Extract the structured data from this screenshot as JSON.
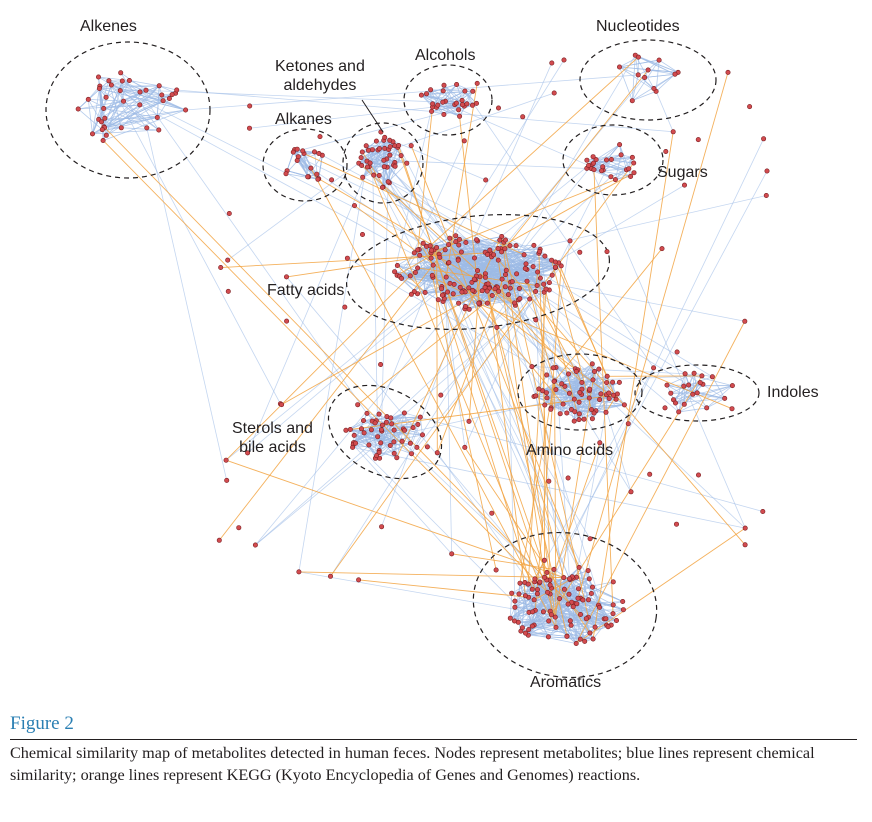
{
  "figure": {
    "clusters": [
      {
        "id": "alkenes",
        "label": "Alkenes"
      },
      {
        "id": "nucleotides",
        "label": "Nucleotides"
      },
      {
        "id": "ketones",
        "label": "Ketones and\naldehydes"
      },
      {
        "id": "alcohols",
        "label": "Alcohols"
      },
      {
        "id": "alkanes",
        "label": "Alkanes"
      },
      {
        "id": "sugars",
        "label": "Sugars"
      },
      {
        "id": "fatty",
        "label": "Fatty acids"
      },
      {
        "id": "indoles",
        "label": "Indoles"
      },
      {
        "id": "sterols",
        "label": "Sterols and\nbile acids"
      },
      {
        "id": "amino",
        "label": "Amino acids"
      },
      {
        "id": "aromatics",
        "label": "Aromatics"
      }
    ],
    "colors": {
      "similarity_edge": "#9dbbe6",
      "kegg_edge": "#f2a341",
      "node_fill": "#d24b4f",
      "node_stroke": "#7a1f22",
      "outline": "#231f20",
      "title": "#2a7fb3"
    }
  },
  "caption": {
    "title": "Figure 2",
    "text": "Chemical similarity map of metabolites detected in human feces. Nodes represent metabolites; blue lines represent chemical similarity; orange lines represent KEGG (Kyoto Encyclopedia of Genes and Genomes) reactions."
  }
}
